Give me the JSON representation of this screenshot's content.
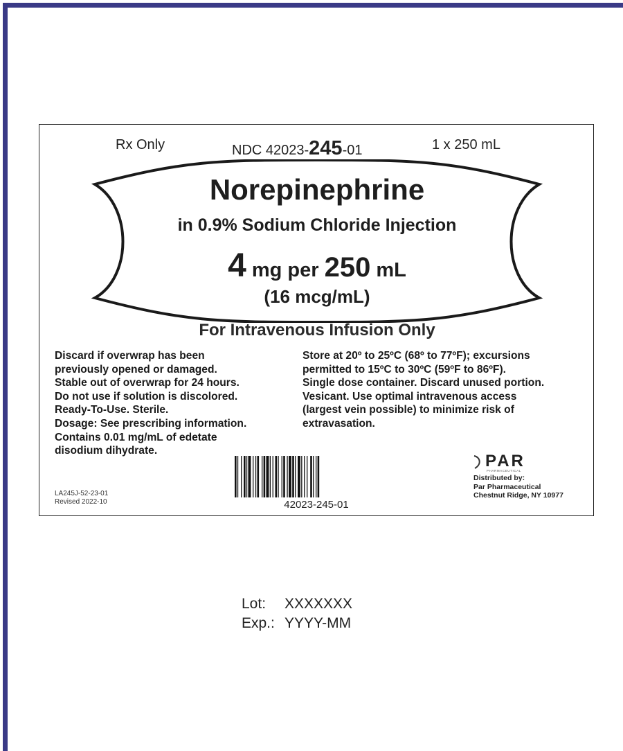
{
  "label": {
    "rx_only": "Rx Only",
    "ndc_prefix": "NDC 42023-",
    "ndc_product": "245",
    "ndc_suffix": "-01",
    "quantity": "1 x 250 mL",
    "drug_name": "Norepinephrine",
    "diluent": "in 0.9% Sodium Chloride Injection",
    "strength_amount": "4",
    "strength_mid": " mg per ",
    "strength_volume": "250",
    "strength_unit": " mL",
    "concentration": "(16 mcg/mL)",
    "route": "For Intravenous Infusion Only",
    "left_text": [
      "Discard if overwrap has been",
      "previously opened or damaged.",
      "Stable out of overwrap for 24 hours.",
      "Do not use if solution is discolored.",
      "Ready-To-Use. Sterile.",
      "Dosage:  See prescribing information.",
      "Contains 0.01 mg/mL of edetate",
      "disodium dihydrate."
    ],
    "right_text": [
      "Store at 20º to 25ºC (68º to 77ºF); excursions",
      "permitted to 15ºC to 30ºC (59ºF to 86ºF).",
      "Single dose container. Discard unused portion.",
      "Vesicant. Use optimal intravenous access",
      "(largest vein possible) to minimize risk of",
      "extravasation."
    ],
    "code": "LA245J-52-23-01",
    "revised": "Revised 2022-10",
    "barcode_number": "42023-245-01",
    "logo_text": "PAR",
    "logo_tagline": "PHARMACEUTICAL",
    "distributor": [
      "Distributed by:",
      "Par Pharmaceutical",
      "Chestnut Ridge, NY 10977"
    ]
  },
  "lot_exp": {
    "lot_label": "Lot:",
    "lot_value": "XXXXXXX",
    "exp_label": "Exp.:",
    "exp_value": "YYYY-MM"
  },
  "colors": {
    "frame": "#3a3a86",
    "text": "#1a1a1a"
  }
}
